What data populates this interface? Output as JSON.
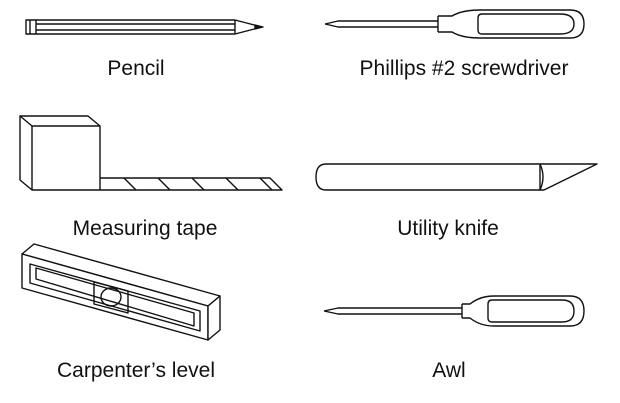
{
  "tools": [
    {
      "id": "pencil",
      "label": "Pencil",
      "icon": "pencil-icon"
    },
    {
      "id": "screwdriver",
      "label": "Phillips #2 screwdriver",
      "icon": "screwdriver-icon"
    },
    {
      "id": "tape",
      "label": "Measuring tape",
      "icon": "measuring-tape-icon"
    },
    {
      "id": "knife",
      "label": "Utility knife",
      "icon": "utility-knife-icon"
    },
    {
      "id": "level",
      "label": "Carpenter’s level",
      "icon": "carpenters-level-icon"
    },
    {
      "id": "awl",
      "label": "Awl",
      "icon": "awl-icon"
    }
  ],
  "colors": {
    "line": "#111111",
    "background": "#ffffff"
  }
}
